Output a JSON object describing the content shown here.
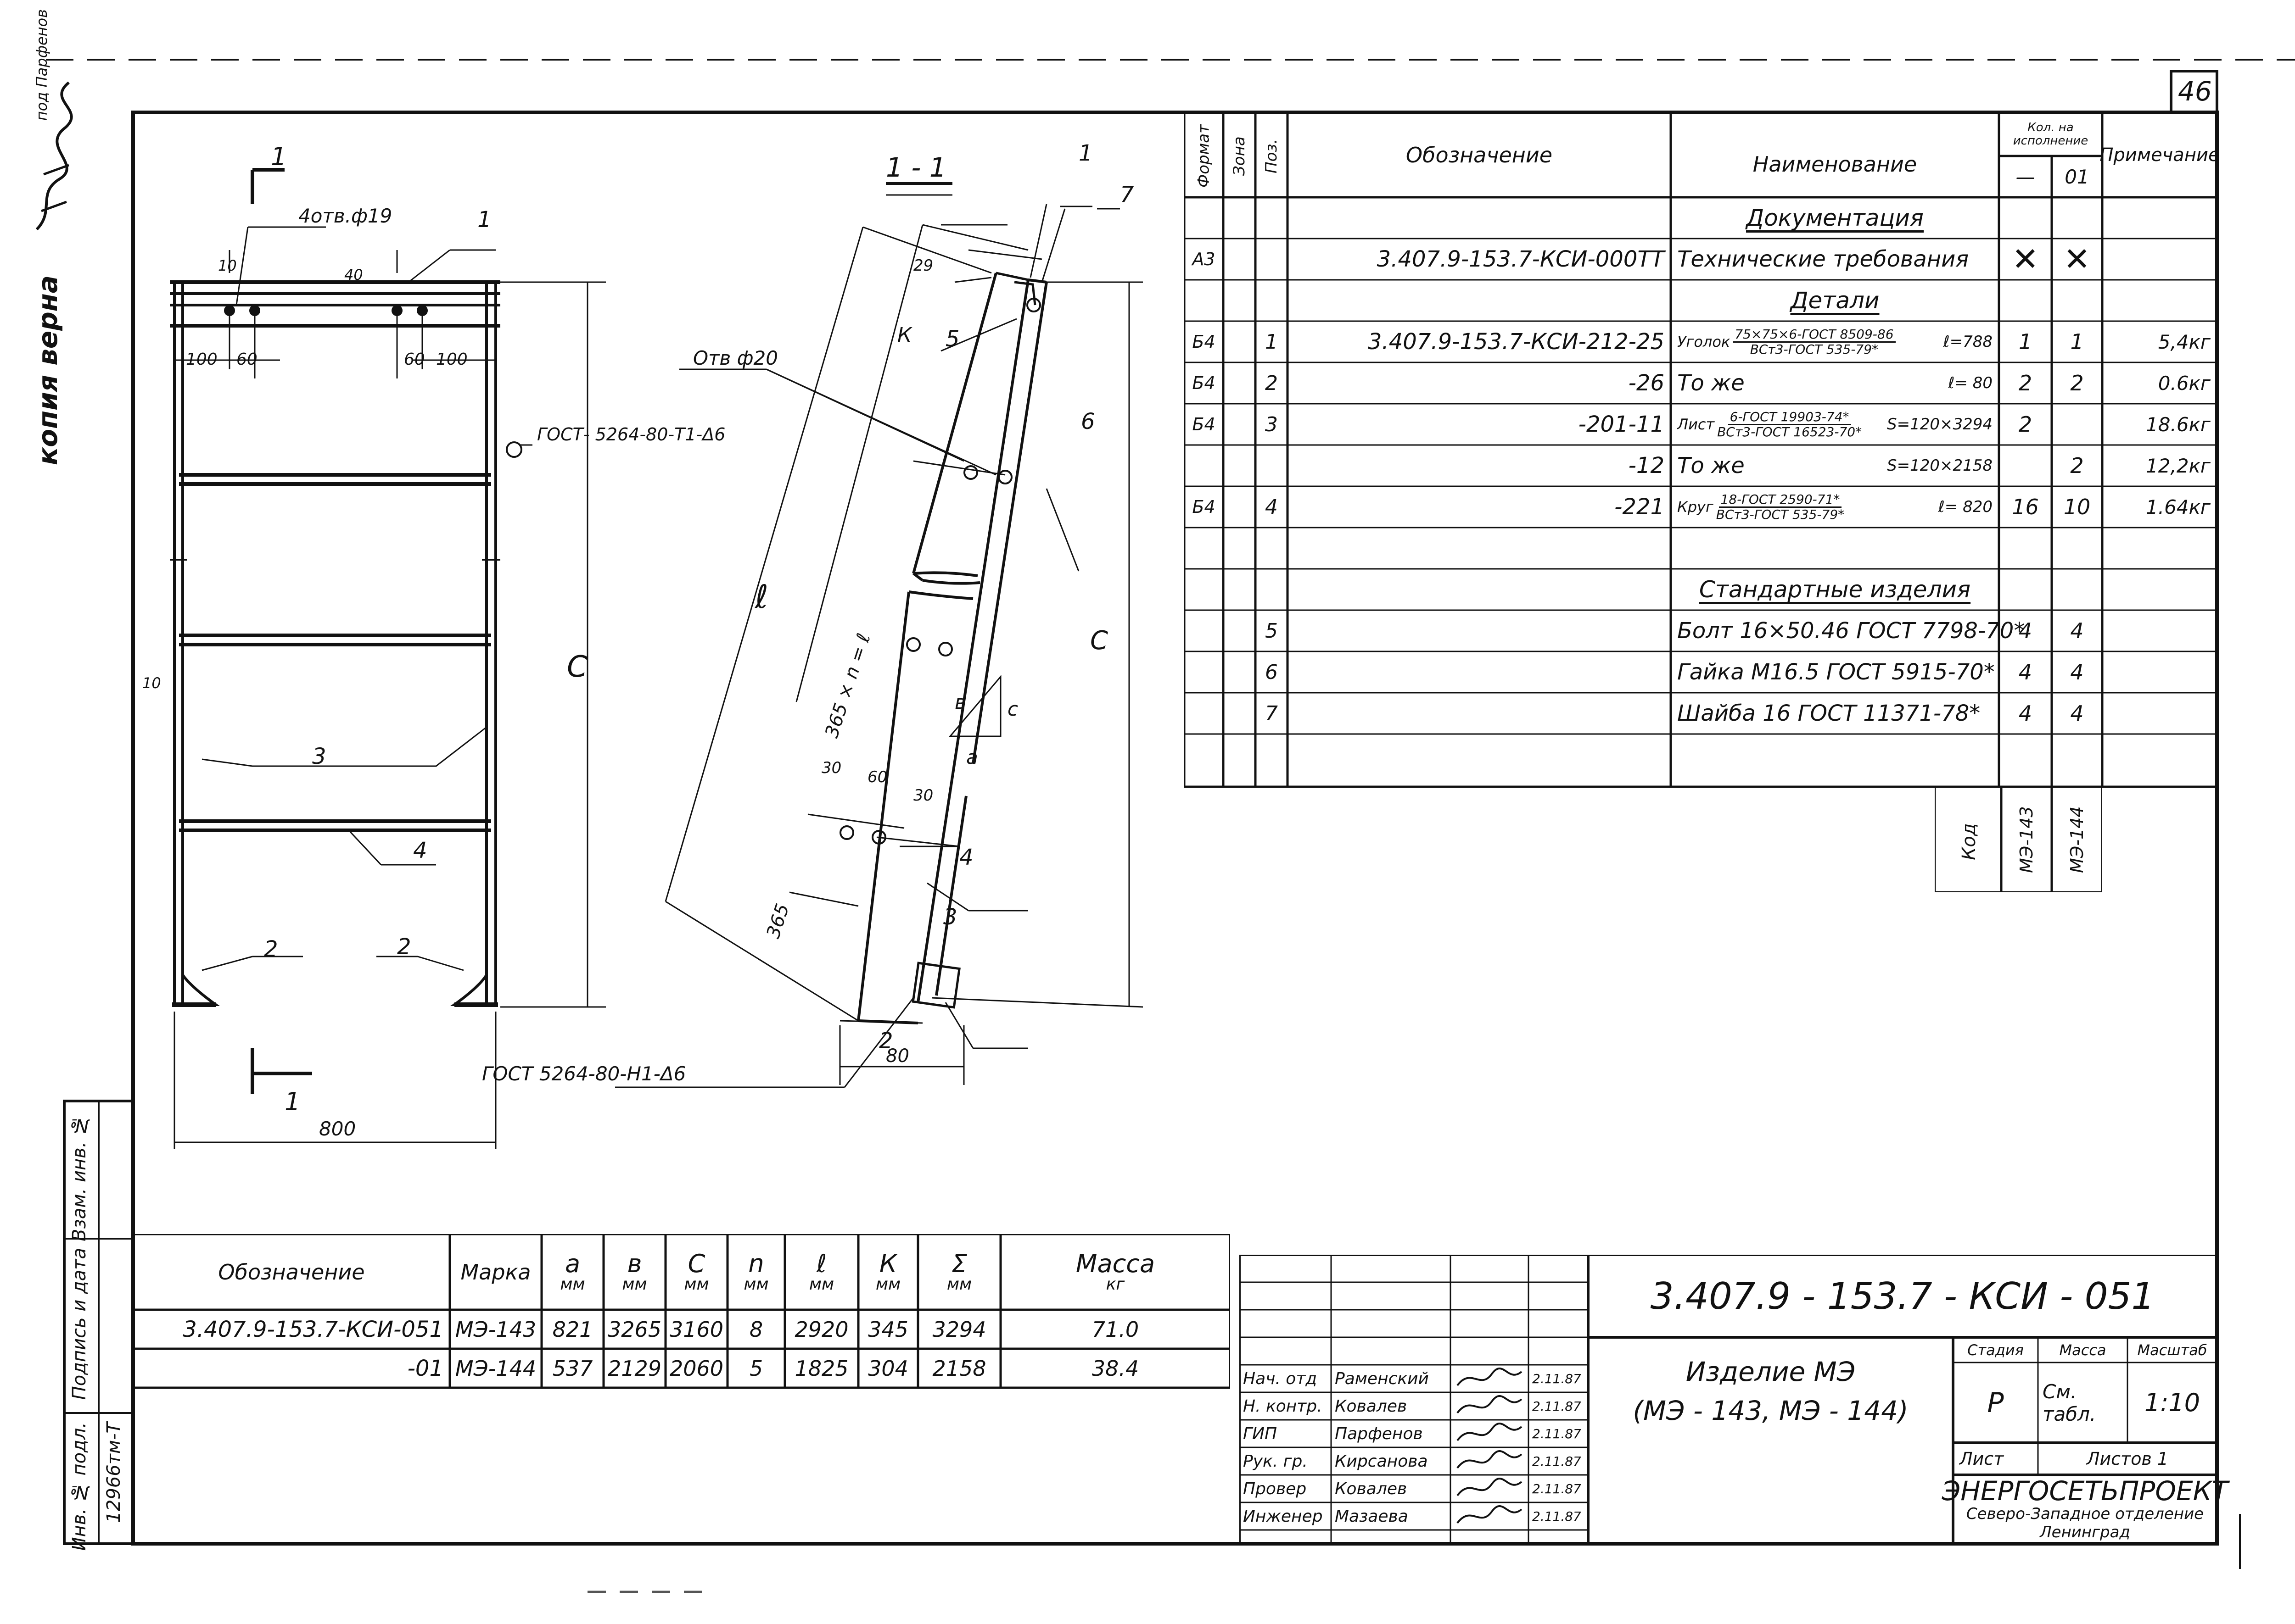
{
  "page": {
    "sheet_number": "46",
    "margin_stamp": "копия верна",
    "top_left_note": "под Парфенов",
    "inventory_number": "12966тм-Т",
    "side_labels": [
      "Взам. инв. №",
      "Подпись и дата",
      "Инв. № подл."
    ]
  },
  "spec_table": {
    "headers": {
      "format": "Формат",
      "zone": "Зона",
      "pos": "Поз.",
      "designation": "Обозначение",
      "name": "Наименование",
      "qty": "Кол. на исполнение",
      "qty_a": "—",
      "qty_b": "01",
      "note": "Примечание"
    },
    "rows": [
      {
        "format": "",
        "zone": "",
        "pos": "",
        "designation": "",
        "name": "Документация",
        "qa": "",
        "qb": "",
        "note": "",
        "section": true
      },
      {
        "format": "А3",
        "zone": "",
        "pos": "",
        "designation": "3.407.9-153.7-КСИ-000ТТ",
        "name": "Технические требования",
        "qa": "✕",
        "qb": "✕",
        "note": ""
      },
      {
        "format": "",
        "zone": "",
        "pos": "",
        "designation": "",
        "name": "Детали",
        "qa": "",
        "qb": "",
        "note": "",
        "section": true
      },
      {
        "format": "Б4",
        "zone": "",
        "pos": "1",
        "designation": "3.407.9-153.7-КСИ-212-25",
        "name": "Уголок",
        "name_top": "75×75×6-ГОСТ 8509-86",
        "name_bot": "ВСт3-ГОСТ 535-79*",
        "name_tail": "ℓ=788",
        "qa": "1",
        "qb": "1",
        "note": "5,4кг"
      },
      {
        "format": "Б4",
        "zone": "",
        "pos": "2",
        "designation": "-26",
        "name": "То же",
        "name_tail": "ℓ= 80",
        "qa": "2",
        "qb": "2",
        "note": "0.6кг"
      },
      {
        "format": "Б4",
        "zone": "",
        "pos": "3",
        "designation": "-201-11",
        "name": "Лист",
        "name_top": "6-ГОСТ 19903-74*",
        "name_bot": "ВСт3-ГОСТ 16523-70*",
        "name_tail": "S=120×3294",
        "qa": "2",
        "qb": "",
        "note": "18.6кг"
      },
      {
        "format": "",
        "zone": "",
        "pos": "",
        "designation": "-12",
        "name": "То же",
        "name_tail": "S=120×2158",
        "qa": "",
        "qb": "2",
        "note": "12,2кг"
      },
      {
        "format": "Б4",
        "zone": "",
        "pos": "4",
        "designation": "-221",
        "name": "Круг",
        "name_top": "18-ГОСТ 2590-71*",
        "name_bot": "ВСт3-ГОСТ 535-79*",
        "name_tail": "ℓ= 820",
        "qa": "16",
        "qb": "10",
        "note": "1.64кг"
      },
      {
        "format": "",
        "zone": "",
        "pos": "",
        "designation": "",
        "name": "",
        "qa": "",
        "qb": "",
        "note": ""
      },
      {
        "format": "",
        "zone": "",
        "pos": "",
        "designation": "",
        "name": "Стандартные изделия",
        "qa": "",
        "qb": "",
        "note": "",
        "section": true
      },
      {
        "format": "",
        "zone": "",
        "pos": "5",
        "designation": "",
        "name": "Болт 16×50.46 ГОСТ 7798-70*",
        "qa": "4",
        "qb": "4",
        "note": ""
      },
      {
        "format": "",
        "zone": "",
        "pos": "6",
        "designation": "",
        "name": "Гайка М16.5 ГОСТ 5915-70*",
        "qa": "4",
        "qb": "4",
        "note": ""
      },
      {
        "format": "",
        "zone": "",
        "pos": "7",
        "designation": "",
        "name": "Шайба 16 ГОСТ 11371-78*",
        "qa": "4",
        "qb": "4",
        "note": ""
      },
      {
        "format": "",
        "zone": "",
        "pos": "",
        "designation": "",
        "name": "",
        "qa": "",
        "qb": "",
        "note": ""
      }
    ],
    "code_label": "Код",
    "codes": [
      "МЭ-143",
      "МЭ-144"
    ]
  },
  "param_table": {
    "headers": [
      "Обозначение",
      "Марка",
      "a",
      "в",
      "C",
      "n",
      "ℓ",
      "К",
      "Σ",
      "Масса"
    ],
    "units": [
      "",
      "",
      "мм",
      "мм",
      "мм",
      "мм",
      "мм",
      "мм",
      "мм",
      "кг"
    ],
    "rows": [
      [
        "3.407.9-153.7-КСИ-051",
        "МЭ-143",
        "821",
        "3265",
        "3160",
        "8",
        "2920",
        "345",
        "3294",
        "71.0"
      ],
      [
        "-01",
        "МЭ-144",
        "537",
        "2129",
        "2060",
        "5",
        "1825",
        "304",
        "2158",
        "38.4"
      ]
    ]
  },
  "title_block": {
    "doc_code": "3.407.9 - 153.7 - КСИ - 051",
    "title_line1": "Изделие МЭ",
    "title_line2": "(МЭ - 143, МЭ - 144)",
    "stage_label": "Стадия",
    "mass_label": "Масса",
    "scale_label": "Масштаб",
    "stage": "Р",
    "mass": "См. табл.",
    "scale": "1:10",
    "sheet_label": "Лист",
    "sheets_label": "Листов 1",
    "org": "ЭНЕРГОСЕТЬПРОЕКТ",
    "org_sub1": "Северо-Западное отделение",
    "org_sub2": "Ленинград",
    "signers": [
      {
        "role": "Нач. отд",
        "name": "Раменский",
        "date": "2.11.87"
      },
      {
        "role": "Н. контр.",
        "name": "Ковалев",
        "date": "2.11.87"
      },
      {
        "role": "ГИП",
        "name": "Парфенов",
        "date": "2.11.87"
      },
      {
        "role": "Рук. гр.",
        "name": "Кирсанова",
        "date": "2.11.87"
      },
      {
        "role": "Провер",
        "name": "Ковалев",
        "date": "2.11.87"
      },
      {
        "role": "Инженер",
        "name": "Мазаева",
        "date": "2.11.87"
      }
    ]
  },
  "drawing": {
    "section_mark": "1",
    "section_title": "1 - 1",
    "holes_note": "4отв.ф19",
    "hole_note2": "Отв ф20",
    "weld_note1": "ГОСТ- 5264-80-Т1-Δ6",
    "weld_note2": "ГОСТ 5264-80-Н1-Δ6",
    "dims": {
      "d10a": "10",
      "d40": "40",
      "d100a": "100",
      "d60a": "60",
      "d60b": "60",
      "d100b": "100",
      "d10b": "10",
      "width": "800",
      "height": "C",
      "d29": "29",
      "k": "К",
      "ell": "ℓ",
      "pitch": "365 × n = ℓ",
      "d365": "365",
      "d30a": "30",
      "d60c": "60",
      "d30b": "30",
      "d80": "80",
      "side_c": "C"
    },
    "labels": {
      "p1": "1",
      "p2a": "2",
      "p2b": "2",
      "p3": "3",
      "p4": "4",
      "s1": "1",
      "s7": "7",
      "s5": "5",
      "s6": "6",
      "s4": "4",
      "s3": "3",
      "s2": "2",
      "tri_b": "в",
      "tri_c": "c",
      "tri_a": "a"
    }
  }
}
